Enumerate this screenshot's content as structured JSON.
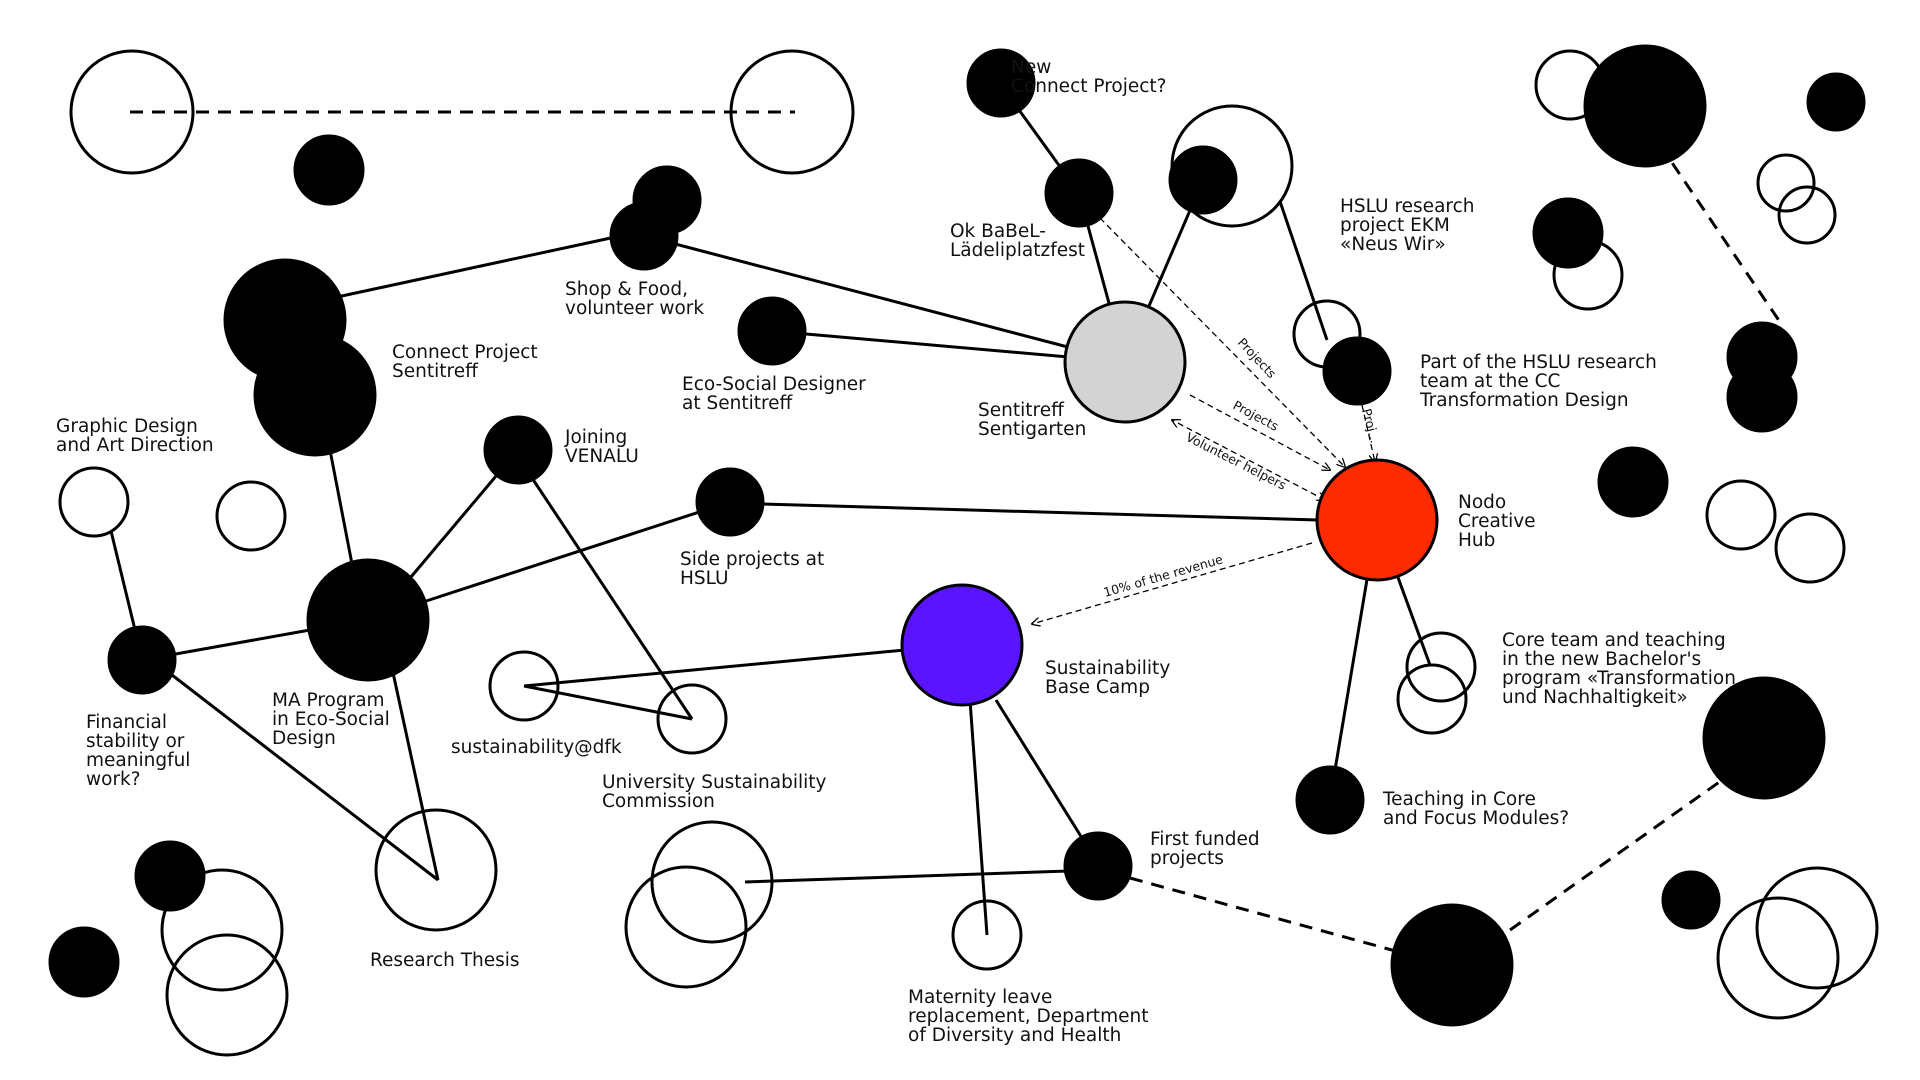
{
  "colors": {
    "ink": "#000000",
    "background": "#ffffff",
    "sentitreff": "#d3d3d3",
    "nodo": "#ff2a00",
    "basecamp": "#5a14ff"
  },
  "labels": {
    "new_connect": [
      "New",
      "Connect Project?"
    ],
    "babel": [
      "Ok BaBeL-",
      "Lädeliplatzfest"
    ],
    "hslu_ekm": [
      "HSLU research",
      "project EKM",
      "«Neus Wir»"
    ],
    "shop_food": [
      "Shop & Food,",
      "volunteer work"
    ],
    "connect_sentitreff": [
      "Connect Project",
      "Sentitreff"
    ],
    "eco_social_designer": [
      "Eco-Social Designer",
      "at Sentitreff"
    ],
    "hslu_cc": [
      "Part of the HSLU research",
      "team at the CC",
      "Transformation Design"
    ],
    "sentigarten": [
      "Sentitreff",
      "Sentigarten"
    ],
    "graphic_design": [
      "Graphic Design",
      "and Art Direction"
    ],
    "joining_venalu": [
      "Joining",
      "VENALU"
    ],
    "nodo": [
      "Nodo",
      "Creative",
      "Hub"
    ],
    "side_projects": [
      "Side projects at",
      "HSLU"
    ],
    "core_team": [
      "Core team and teaching",
      "in the new Bachelor's",
      "program «Transformation",
      "und Nachhaltigkeit»"
    ],
    "sustainability_base_camp": [
      "Sustainability",
      "Base Camp"
    ],
    "financial": [
      "Financial",
      "stability or",
      "meaningful",
      "work?"
    ],
    "ma_program": [
      "MA Program",
      "in Eco-Social",
      "Design"
    ],
    "sustainability_dfk": [
      "sustainability@dfk"
    ],
    "university_commission": [
      "University Sustainability",
      "Commission"
    ],
    "teaching_core": [
      "Teaching in Core",
      "and Focus Modules?"
    ],
    "first_funded": [
      "First funded",
      "projects"
    ],
    "research_thesis": [
      "Research Thesis"
    ],
    "maternity": [
      "Maternity leave",
      "replacement, Department",
      "of Diversity and Health"
    ]
  },
  "edge_labels": {
    "projects_1": "Projects",
    "projects_2": "Projects",
    "proj": "Proj...",
    "volunteer": "Volunteer helpers",
    "revenue": "10% of the revenue"
  }
}
